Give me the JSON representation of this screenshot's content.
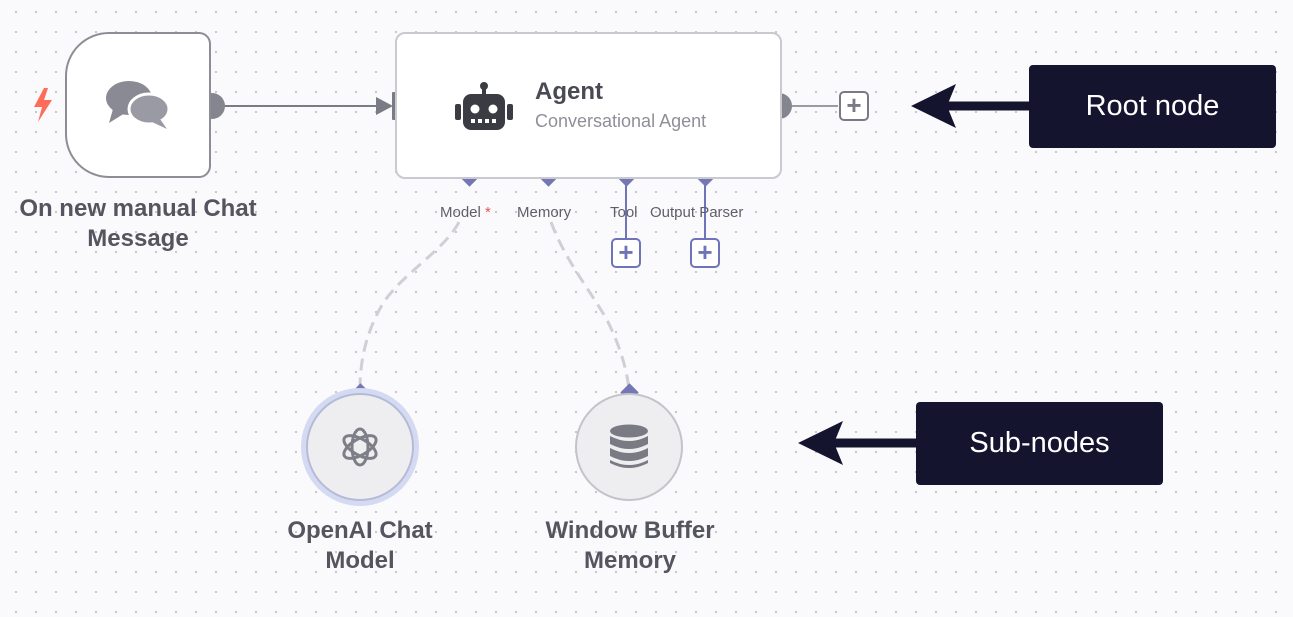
{
  "trigger": {
    "label": "On new manual Chat Message",
    "bolt_color": "#ff6d5a",
    "icon": "chat-bubbles-icon"
  },
  "agent": {
    "title": "Agent",
    "subtitle": "Conversational Agent",
    "icon": "robot-icon",
    "ports": {
      "model": "Model",
      "model_required": "*",
      "memory": "Memory",
      "tool": "Tool",
      "output_parser": "Output Parser"
    }
  },
  "sub_nodes": [
    {
      "label": "OpenAI Chat Model",
      "icon": "openai-icon"
    },
    {
      "label": "Window Buffer Memory",
      "icon": "database-icon"
    }
  ],
  "plus_glyph": "+",
  "callouts": {
    "root": "Root node",
    "sub": "Sub-nodes"
  },
  "colors": {
    "callout_bg": "#14142e",
    "port_diamond": "#7477b4",
    "node_border": "#8d8d96",
    "required_mark": "#e05555"
  }
}
